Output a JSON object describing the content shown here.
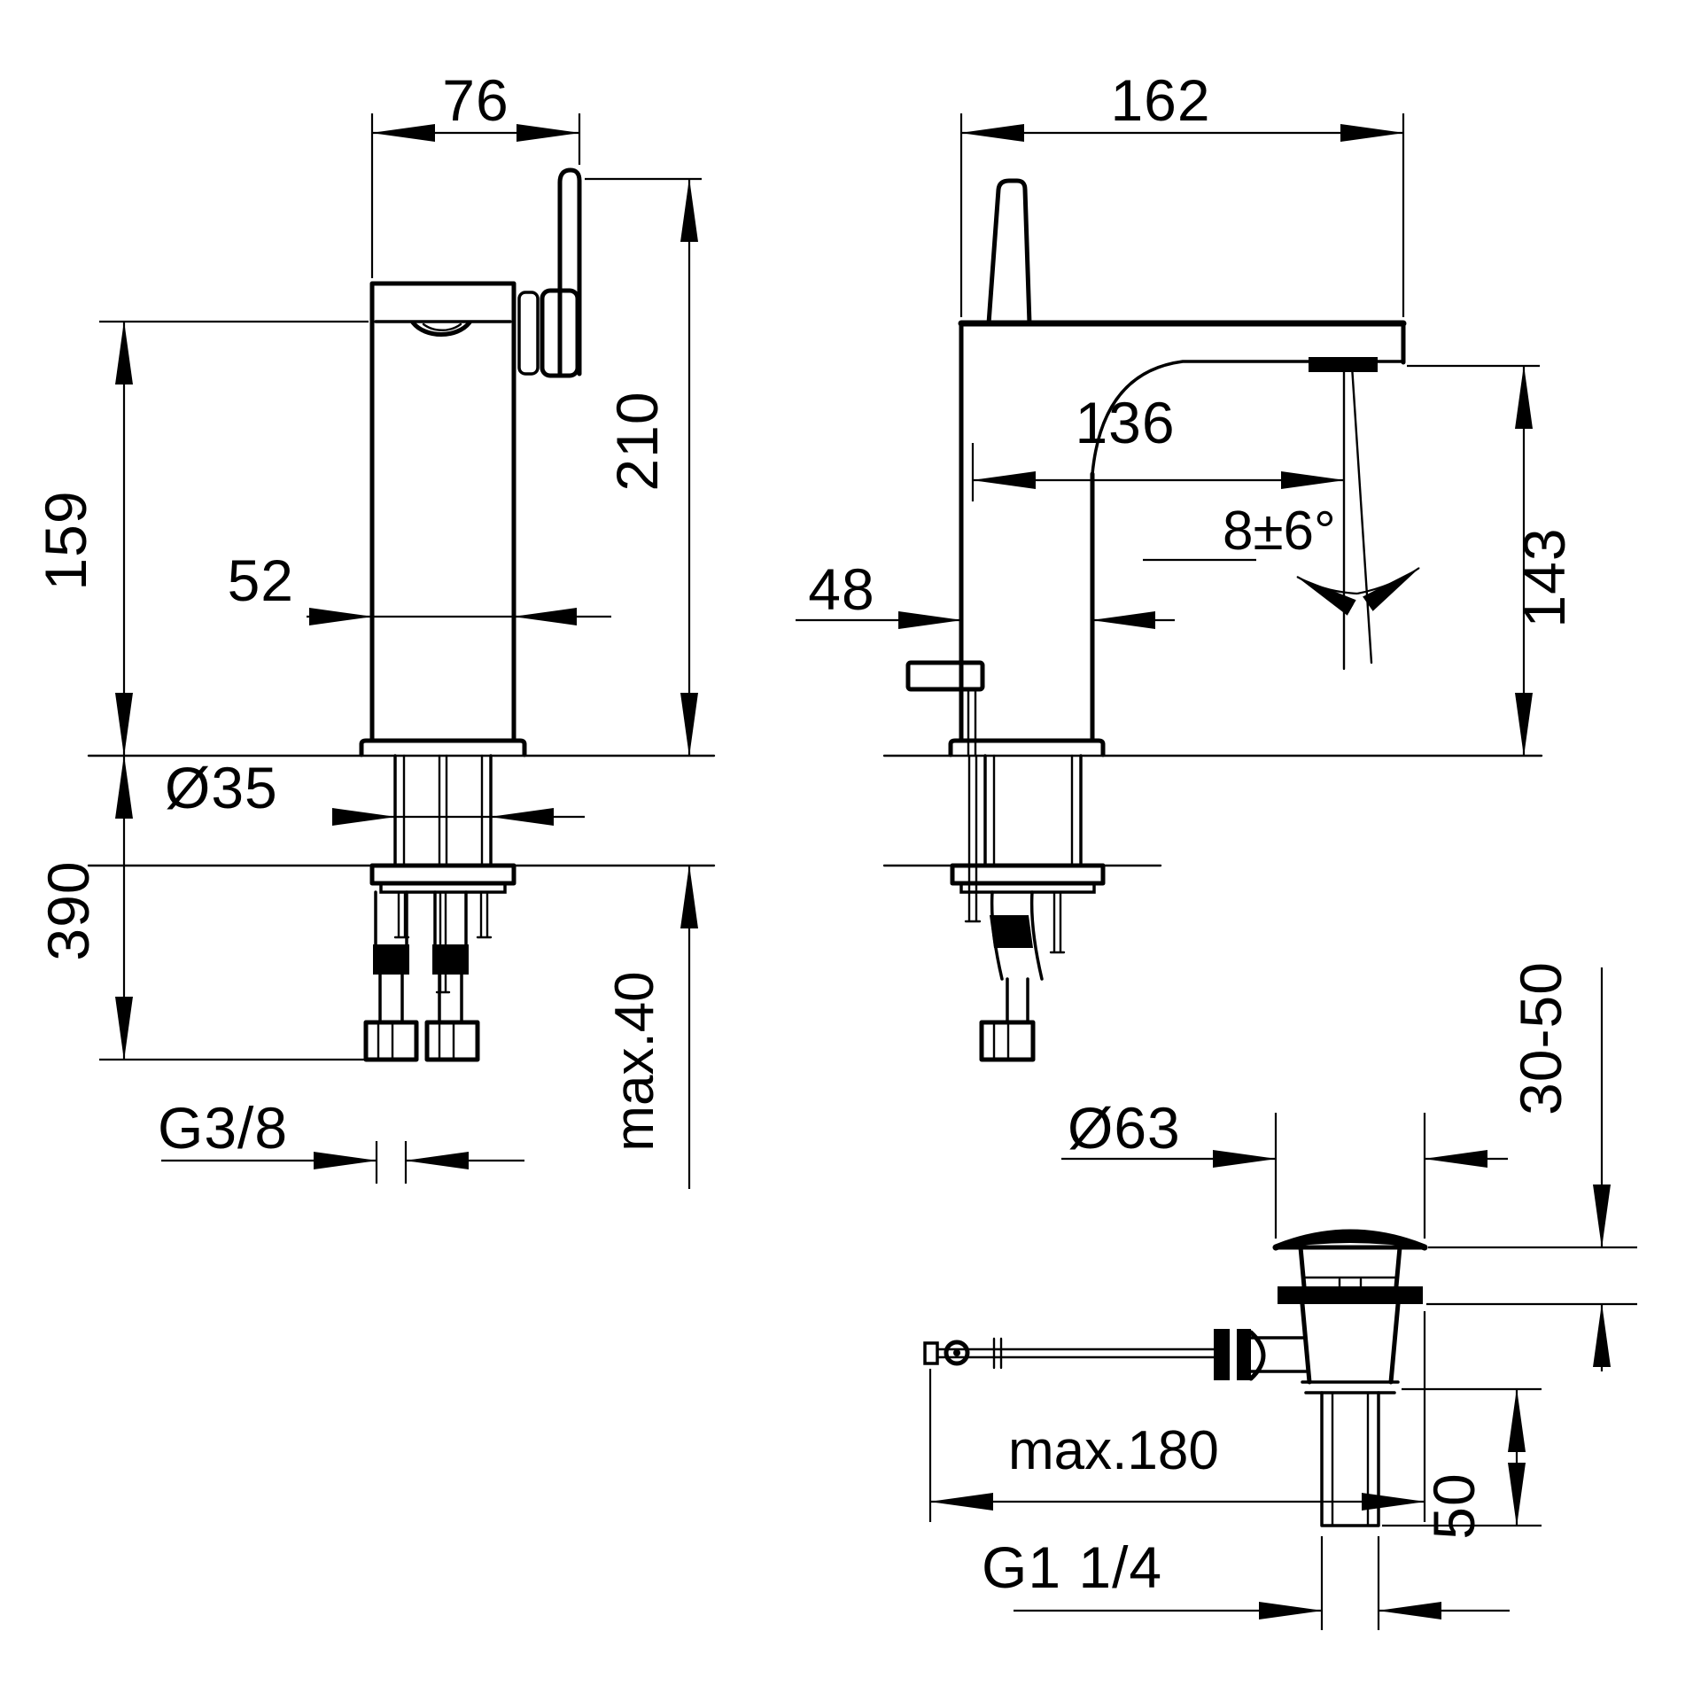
{
  "drawing": {
    "type": "technical-dimension-drawing",
    "subject": "single-lever basin mixer faucet with pop-up waste",
    "colors": {
      "line": "#000000",
      "background": "#ffffff"
    },
    "front_view": {
      "width_top": "76",
      "spout_height": "159",
      "body_width": "52",
      "total_height": "210",
      "shank_diameter": "Ø35",
      "below_counter_length": "390",
      "supply_thread": "G3/8",
      "counter_max_thickness": "max.40"
    },
    "side_view": {
      "overall_depth": "162",
      "spout_reach": "136",
      "stream_angle": "8±6°",
      "body_depth": "48",
      "outlet_height": "143"
    },
    "drain_view": {
      "cap_diameter": "Ø63",
      "deck_thickness_range": "30-50",
      "rod_reach_max": "max.180",
      "tail_length": "50",
      "waste_thread": "G1 1/4"
    }
  }
}
